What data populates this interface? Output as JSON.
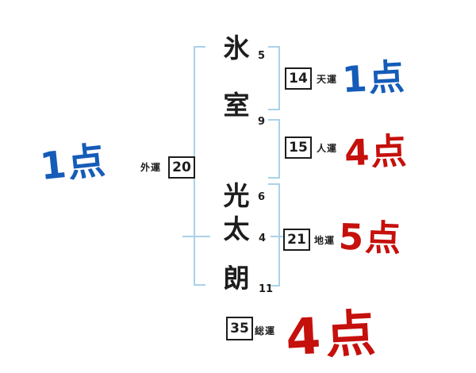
{
  "chart": {
    "title_hidden": "",
    "name_characters": [
      {
        "char": "氷",
        "strokes": "5"
      },
      {
        "char": "室",
        "strokes": "9"
      },
      {
        "char": "光",
        "strokes": "6"
      },
      {
        "char": "太",
        "strokes": "4"
      },
      {
        "char": "朗",
        "strokes": "11"
      }
    ],
    "fortunes": {
      "outer": {
        "label": "外運",
        "value": "20",
        "score": "1点",
        "score_color": "#155cb8"
      },
      "heaven": {
        "label": "天運",
        "value": "14",
        "score": "1点",
        "score_color": "#155cb8"
      },
      "person": {
        "label": "人運",
        "value": "15",
        "score": "4点",
        "score_color": "#c5100c"
      },
      "earth": {
        "label": "地運",
        "value": "21",
        "score": "5点",
        "score_color": "#c5100c"
      },
      "total": {
        "label": "総運",
        "value": "35",
        "score": "4点",
        "score_color": "#c5100c"
      }
    },
    "colors": {
      "background": "#ffffff",
      "ink": "#1d1d1d",
      "bracket": "#a9d2e8",
      "score_blue": "#155cb8",
      "score_red": "#c5100c"
    }
  }
}
